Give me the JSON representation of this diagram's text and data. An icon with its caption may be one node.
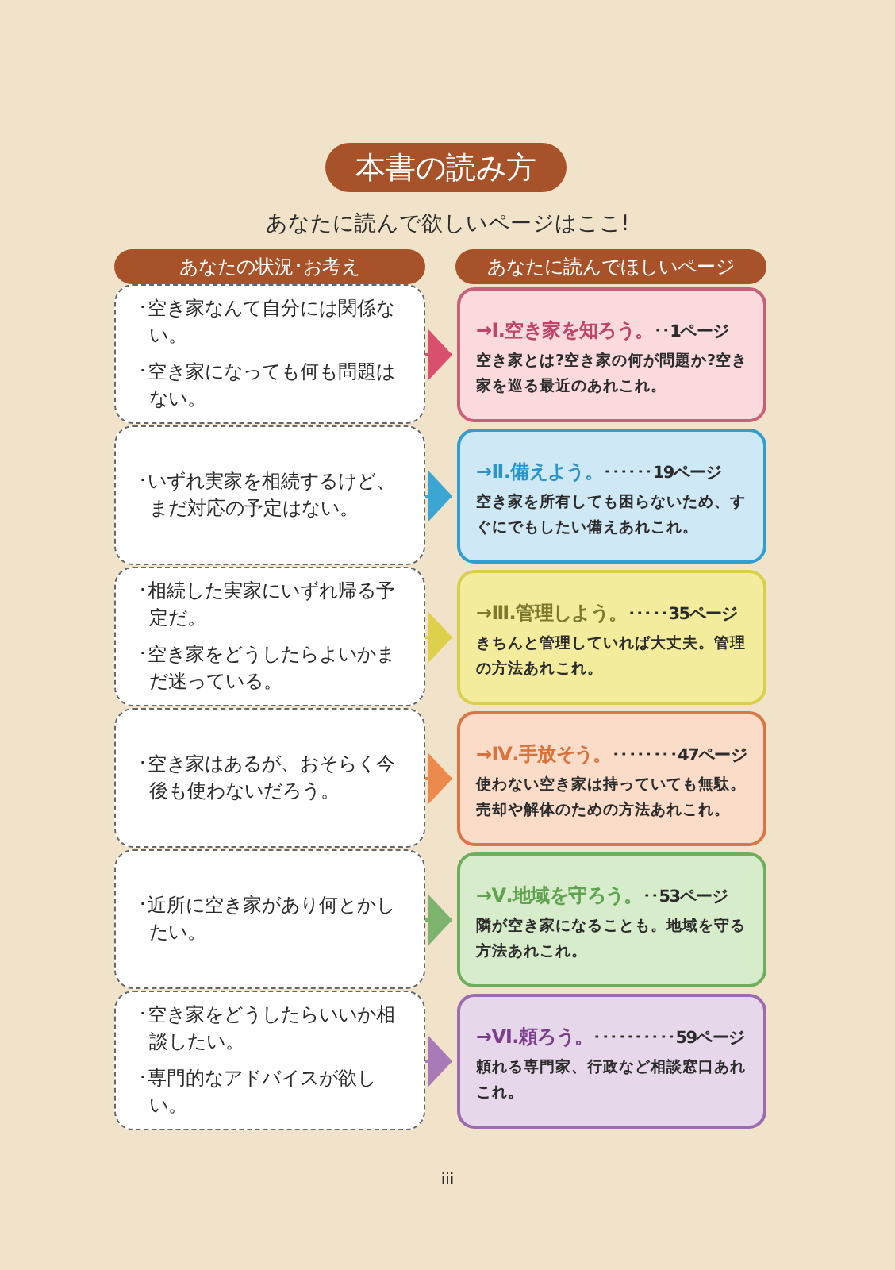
{
  "diagram": {
    "title": "本書の読み方",
    "nodes": [
      {
        "text": [
          "あなたの状況･お考え"
        ]
      },
      {
        "text": [
          "あなたに読んでほしいページ"
        ]
      },
      {
        "text": [
          "･空き家なんて自分には関係ない。",
          "･空き家になっても何も問題はない。"
        ]
      },
      {
        "text": [
          "･いずれ実家を相続するけど、まだ対応の予定はない。"
        ]
      },
      {
        "text": [
          "･相続した実家にいずれ帰る予定だ。",
          "･空き家をどうしたらよいかまだ迷っている。"
        ]
      },
      {
        "text": [
          "･空き家はあるが、おそらく今後も使わないだろう。"
        ]
      },
      {
        "text": [
          "･近所に空き家があり何とかしたい。"
        ]
      },
      {
        "text": [
          "･空き家をどうしたらいいか相談したい。",
          "･専門的なアドバイスが欲しい。"
        ]
      },
      {
        "text": [
          "→Ⅰ.空き家を知ろう。",
          "･･1ページ",
          "空き家とは?空き家の何が問題か?空き家を巡る最近のあれこれ。"
        ]
      },
      {
        "text": [
          "→Ⅱ.備えよう。",
          "･･････19ページ",
          "空き家を所有しても困らないため、すぐにでもしたい備えあれこれ。"
        ]
      },
      {
        "text": [
          "→Ⅲ.管理しよう。",
          "･････35ページ",
          "きちんと管理していれば大丈夫。管理の方法あれこれ。"
        ]
      },
      {
        "text": [
          "→Ⅳ.手放そう。",
          "････････47ページ",
          "使わない空き家は持っていても無駄。売却や解体のための方法あれこれ。"
        ]
      },
      {
        "text": [
          "→Ⅴ.地域を守ろう。",
          "･･53ページ",
          "隣が空き家になることも。地域を守る方法あれこれ。"
        ]
      },
      {
        "text": [
          "→Ⅵ.頼ろう。",
          "･･････････59ページ",
          "頼れる専門家、行政など相談窓口あれこれ。"
        ]
      }
    ],
    "edges": [
      {
        "from": 2,
        "to": 8,
        "arrow": "to",
        "color": "#d9506e"
      },
      {
        "from": 3,
        "to": 9,
        "arrow": "to",
        "color": "#3aa6d1"
      },
      {
        "from": 4,
        "to": 10,
        "arrow": "to",
        "color": "#ddd04a"
      },
      {
        "from": 5,
        "to": 11,
        "arrow": "to",
        "color": "#ec8a4e"
      },
      {
        "from": 6,
        "to": 12,
        "arrow": "to",
        "color": "#7db36f"
      },
      {
        "from": 7,
        "to": 13,
        "arrow": "to",
        "color": "#a87ab8"
      }
    ],
    "labels": [
      "あなたに読んで欲しいページはここ!",
      "iii"
    ]
  }
}
